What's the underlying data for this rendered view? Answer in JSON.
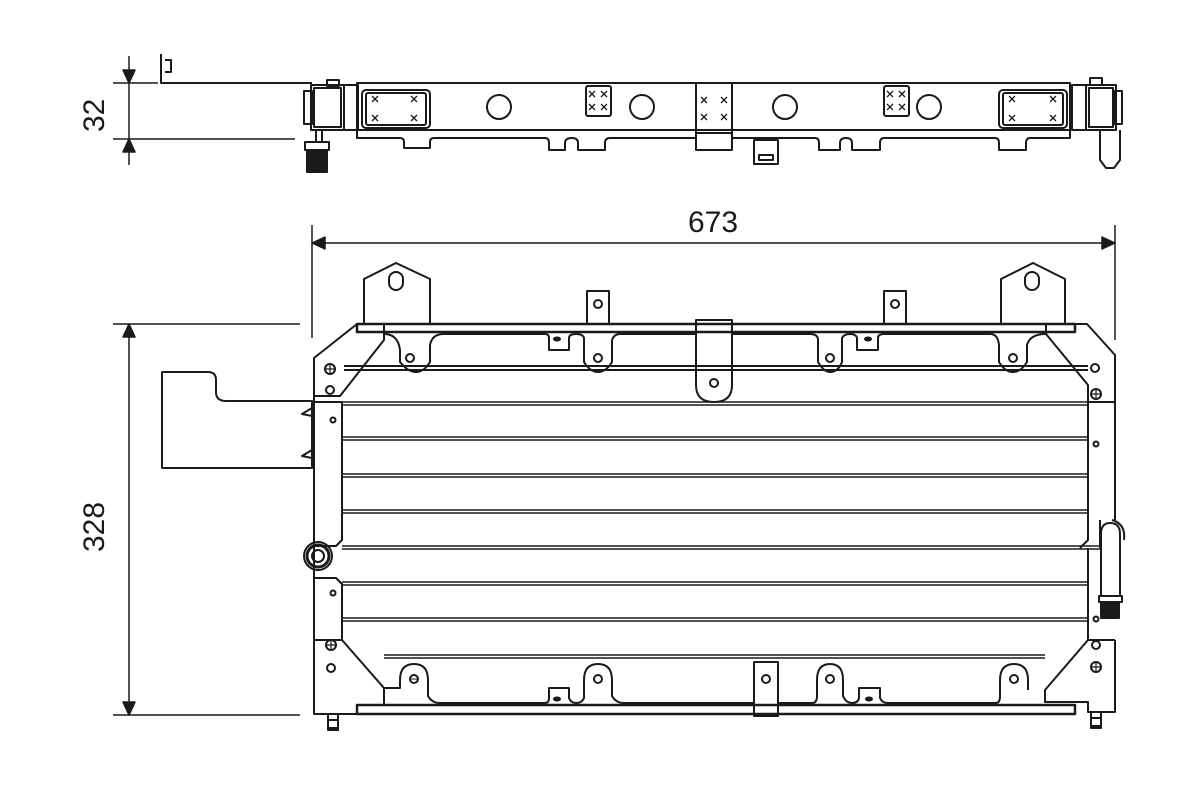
{
  "drawing": {
    "type": "technical-dimension-drawing",
    "subject": "condenser",
    "views": [
      "top-view",
      "front-view"
    ],
    "line_color": "#1a1a1a",
    "background": "#ffffff"
  },
  "dimensions": {
    "depth": {
      "value": "32",
      "orientation": "vertical",
      "view": "top-view"
    },
    "width": {
      "value": "673",
      "orientation": "horizontal",
      "view": "front-view"
    },
    "height": {
      "value": "328",
      "orientation": "vertical",
      "view": "front-view"
    }
  },
  "front_view": {
    "tube_rows": 8,
    "features": [
      "mounting-bracket-left",
      "mounting-bracket-right",
      "center-tab",
      "inlet-fitting-left",
      "outlet-pipe-right",
      "side-bracket-left",
      "pins-bottom"
    ]
  }
}
